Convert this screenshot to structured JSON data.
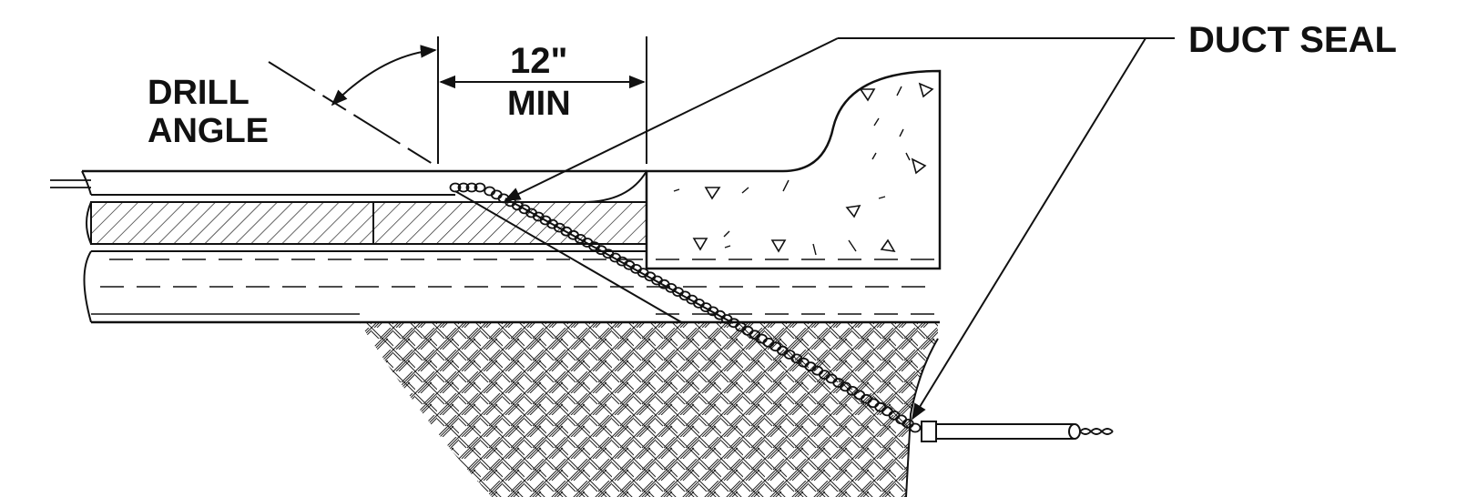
{
  "labels": {
    "drill_angle_line1": "DRILL",
    "drill_angle_line2": "ANGLE",
    "dim_value": "12\"",
    "dim_unit": "MIN",
    "duct_seal": "DUCT SEAL"
  },
  "colors": {
    "ink": "#111111",
    "paper": "#ffffff"
  }
}
